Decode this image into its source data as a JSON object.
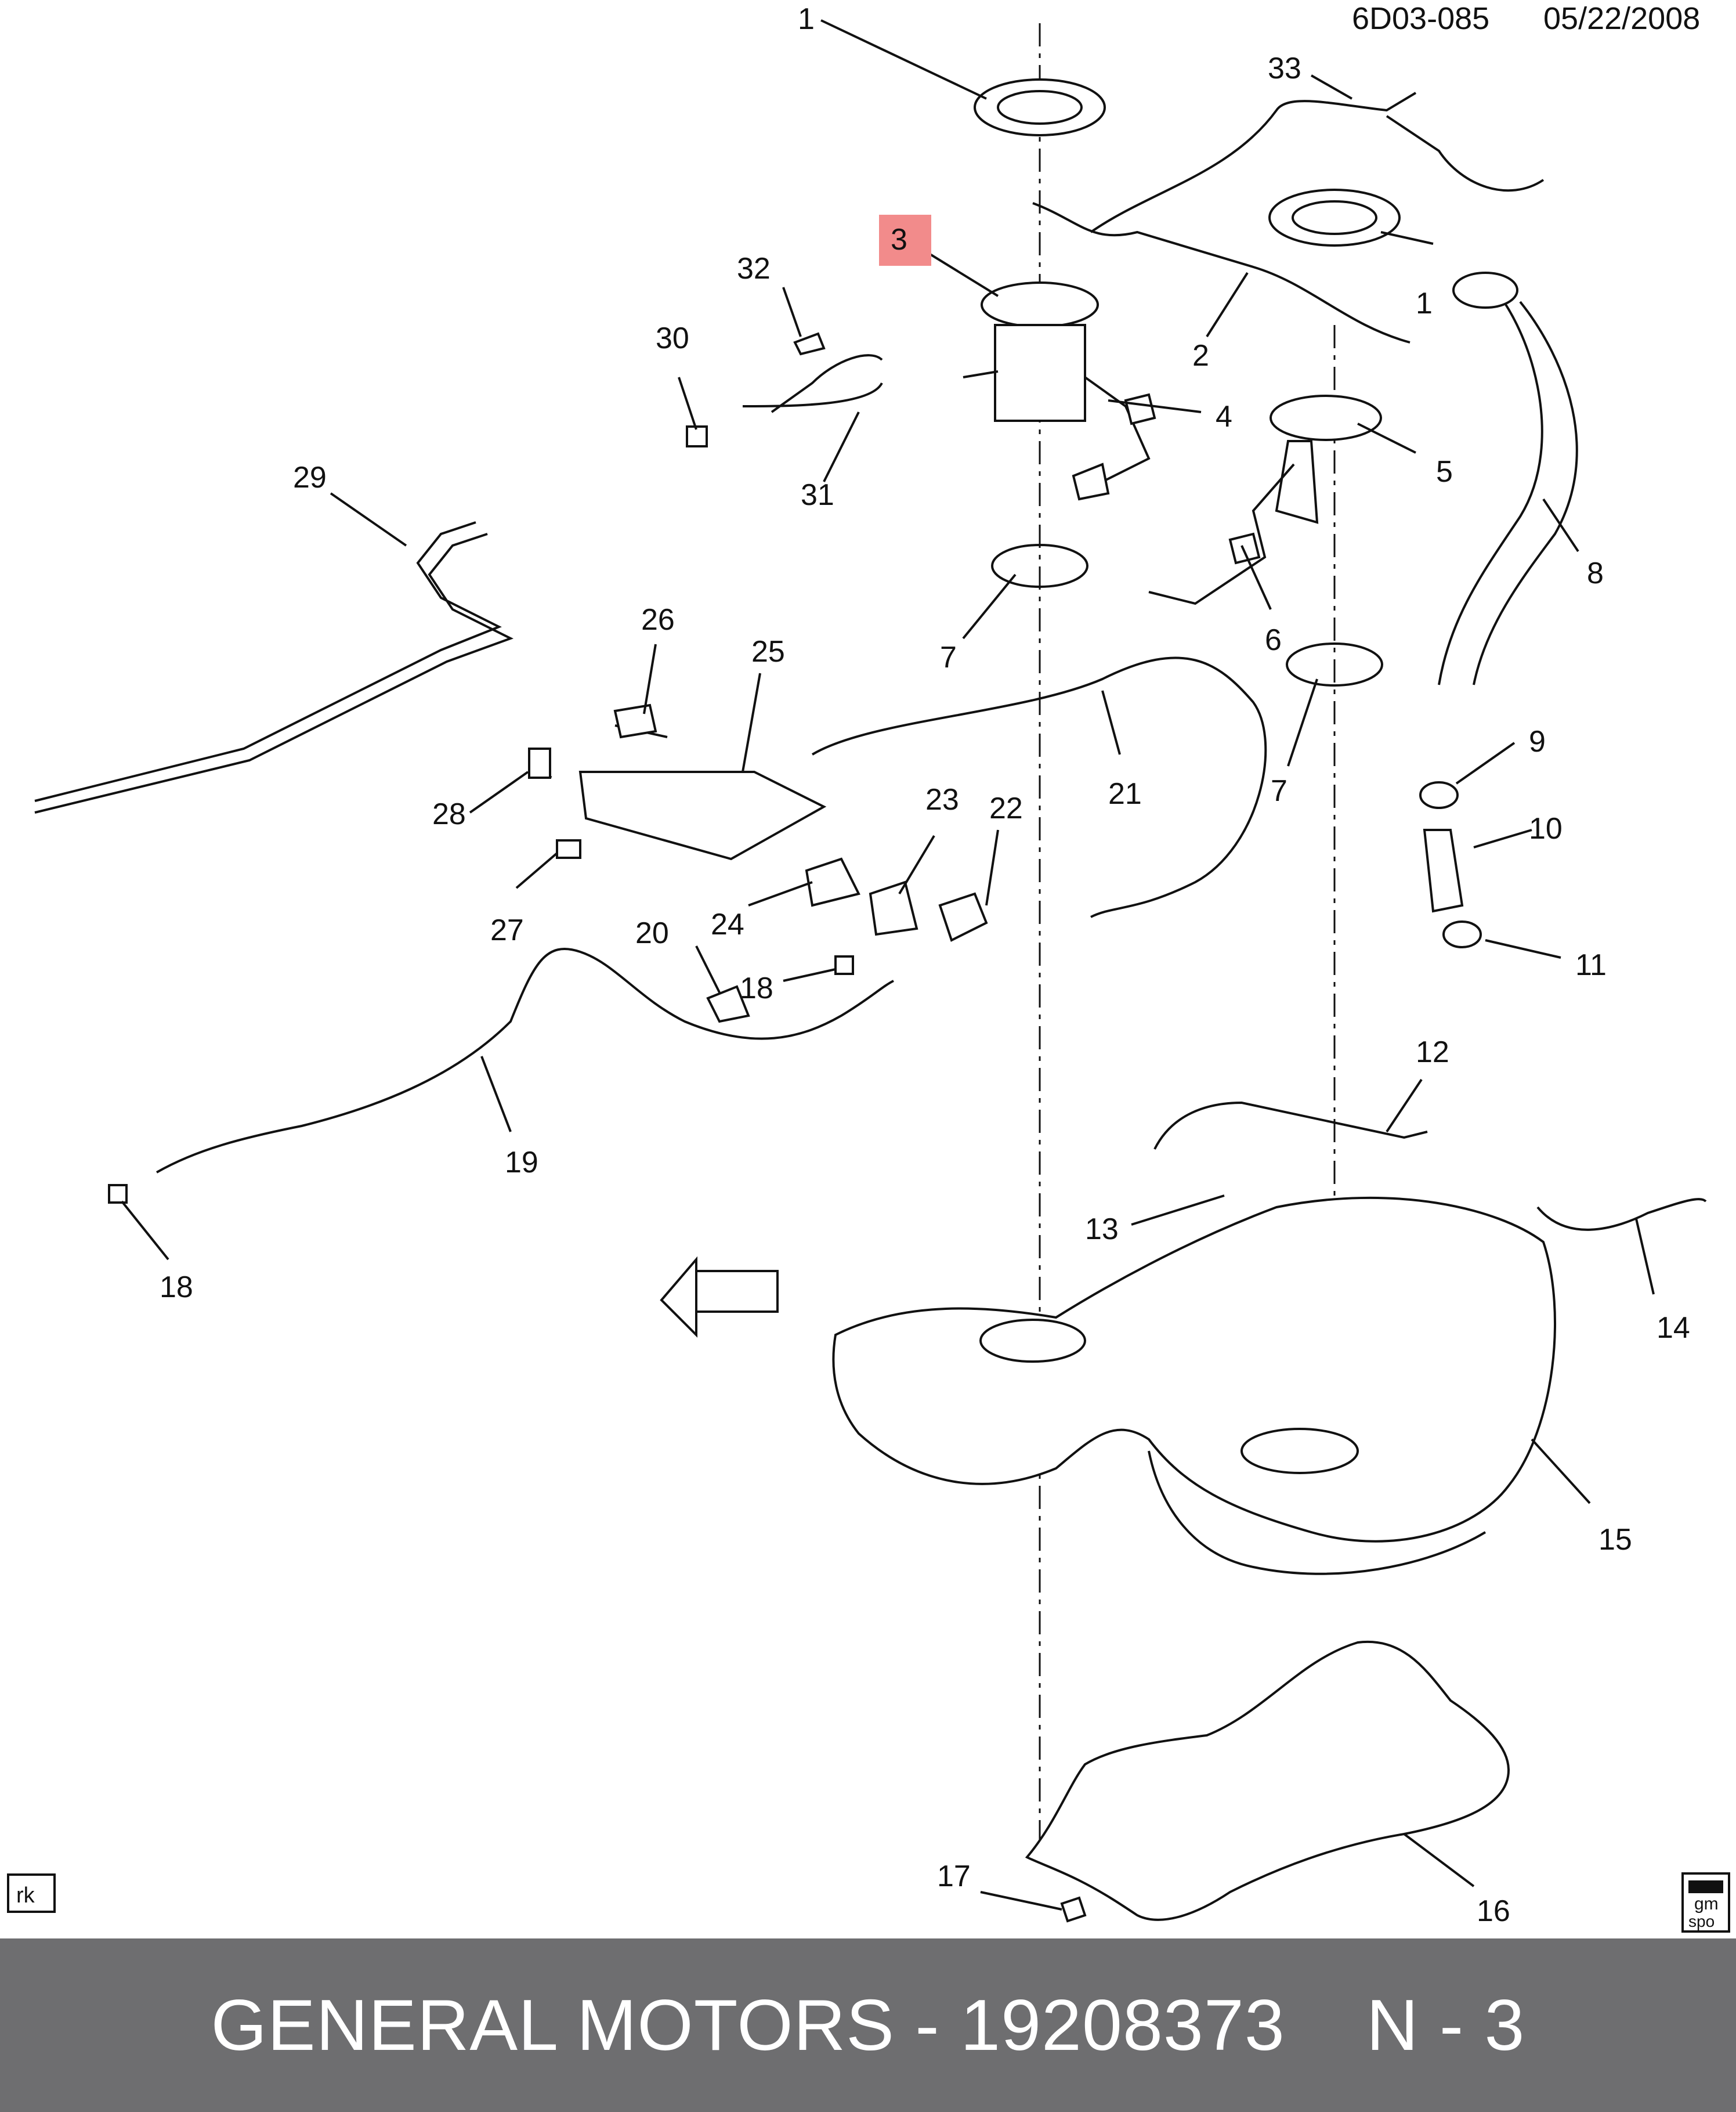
{
  "header": {
    "drawing_code": "6D03-085",
    "date": "05/22/2008"
  },
  "callouts": [
    "1",
    "1",
    "2",
    "3",
    "4",
    "5",
    "6",
    "7",
    "7",
    "8",
    "9",
    "10",
    "11",
    "12",
    "13",
    "14",
    "15",
    "16",
    "17",
    "18",
    "18",
    "19",
    "20",
    "21",
    "22",
    "23",
    "24",
    "25",
    "26",
    "27",
    "28",
    "29",
    "30",
    "31",
    "32",
    "33"
  ],
  "highlighted_callout": "3",
  "highlight_color": "#f28b8b",
  "corner_badge": "rk",
  "logo": {
    "text_top": "gm",
    "text_bottom": "spo"
  },
  "footer": {
    "brand": "GENERAL MOTORS",
    "dash": "-",
    "part_number": "19208373",
    "ref": "N - 3"
  }
}
